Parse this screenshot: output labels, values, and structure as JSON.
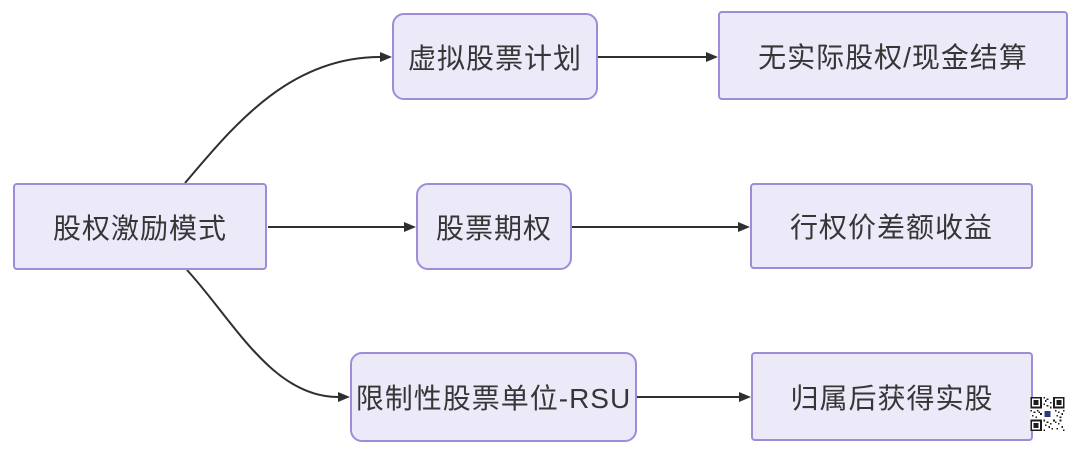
{
  "diagram": {
    "root": {
      "label": "股权激励模式"
    },
    "branches": [
      {
        "node": "虚拟股票计划",
        "outcome": "无实际股权/现金结算"
      },
      {
        "node": "股票期权",
        "outcome": "行权价差额收益"
      },
      {
        "node": "限制性股票单位-RSU",
        "outcome": "归属后获得实股"
      }
    ],
    "colors": {
      "background": "#ffffff",
      "box_fill": "#ECEAF9",
      "box_border": "#9F8BD8",
      "text": "#363636",
      "arrow": "#2F2F2F"
    },
    "icons": {
      "watermark": "qr-code-icon"
    }
  }
}
